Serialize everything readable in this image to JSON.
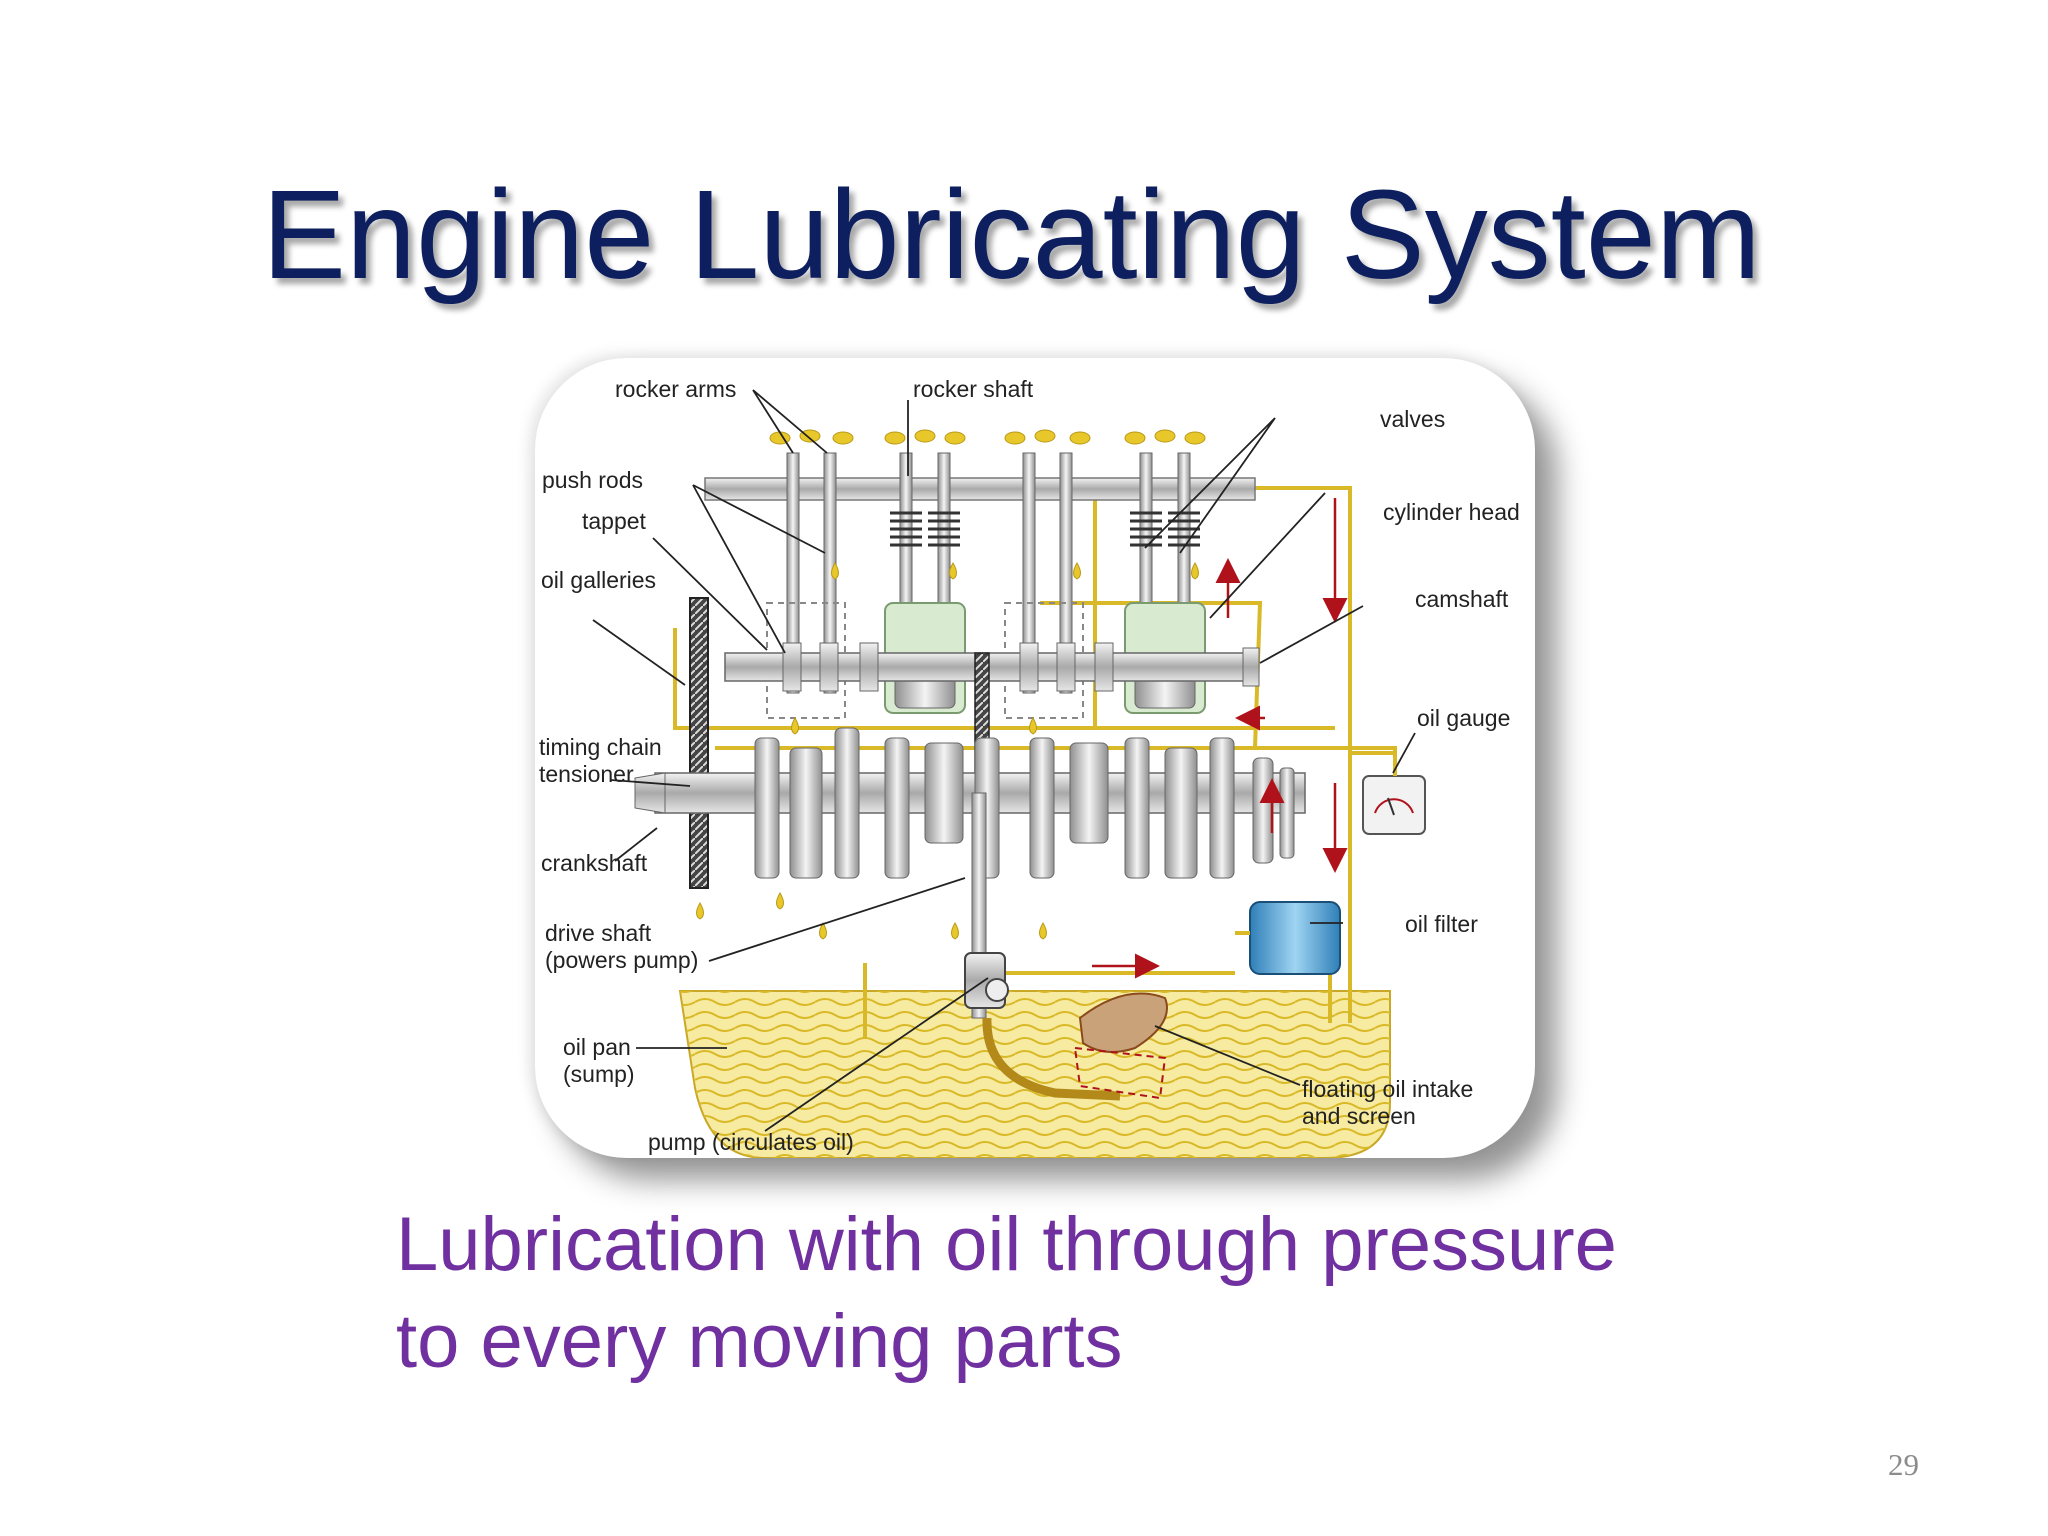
{
  "slide": {
    "title": "Engine Lubricating System",
    "caption_lines": [
      "Lubrication with oil through pressure",
      "to every moving parts"
    ],
    "page_number": "29"
  },
  "diagram": {
    "labels": {
      "rocker_arms": "rocker arms",
      "rocker_shaft": "rocker shaft",
      "valves": "valves",
      "push_rods": "push rods",
      "tappet": "tappet",
      "cylinder_head": "cylinder head",
      "oil_galleries": "oil galleries",
      "camshaft": "camshaft",
      "oil_gauge": "oil gauge",
      "timing_chain_tensioner": [
        "timing chain",
        "tensioner"
      ],
      "crankshaft": "crankshaft",
      "oil_filter": "oil filter",
      "drive_shaft": [
        "drive shaft",
        "(powers pump)"
      ],
      "oil_pan": [
        "oil pan",
        "(sump)"
      ],
      "floating_oil_intake": [
        "floating oil intake",
        "and screen"
      ],
      "pump": "pump (circulates oil)"
    },
    "colors": {
      "title": "#0d1f5e",
      "caption": "#7030a0",
      "oil": "#e8c72a",
      "oil_pan": "#f6eba0",
      "flow_arrow": "#b0121b",
      "metal": "#b9b9b9",
      "piston": "#d8ead0",
      "oil_filter": "#4da3d8"
    }
  }
}
